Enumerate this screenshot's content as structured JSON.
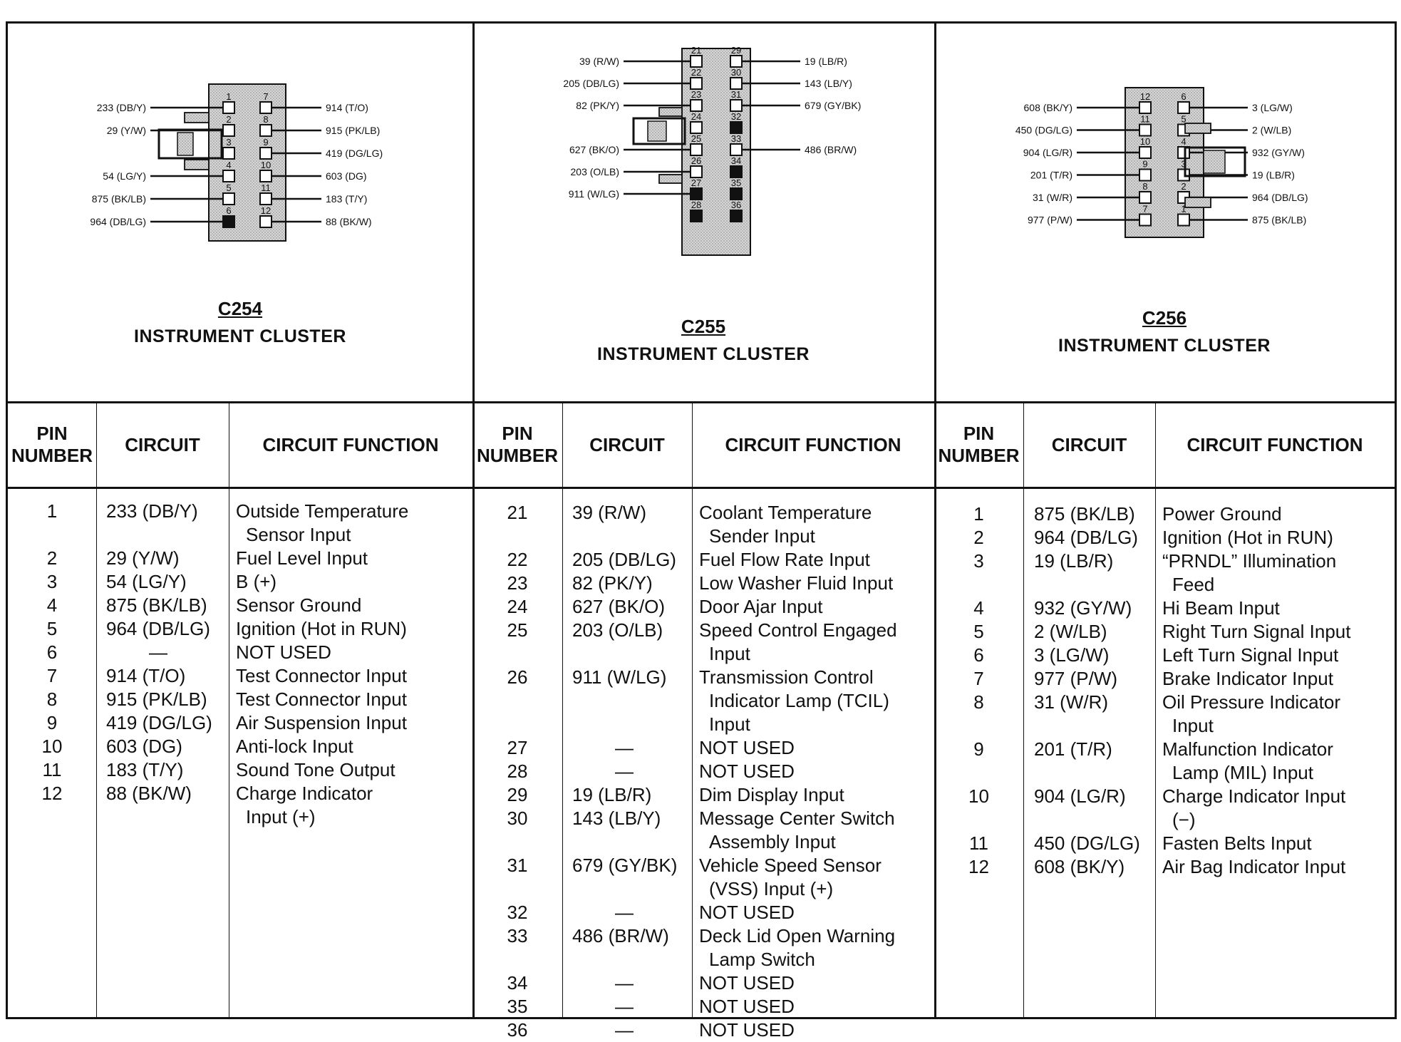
{
  "connectors": [
    {
      "id": "C254",
      "name": "INSTRUMENT CLUSTER",
      "left_labels": [
        "233 (DB/Y)",
        "29 (Y/W)",
        "54 (LG/Y)",
        "875 (BK/LB)",
        "964 (DB/LG)"
      ],
      "right_labels": [
        "914 (T/O)",
        "915 (PK/LB)",
        "419 (DG/LG)",
        "603 (DG)",
        "183 (T/Y)",
        "88 (BK/W)"
      ],
      "left_pins": [
        "1",
        "2",
        "3",
        "4",
        "5",
        "6"
      ],
      "right_pins": [
        "7",
        "8",
        "9",
        "10",
        "11",
        "12"
      ]
    },
    {
      "id": "C255",
      "name": "INSTRUMENT CLUSTER",
      "left_labels": [
        "39 (R/W)",
        "205 (DB/LG)",
        "82 (PK/Y)",
        "627 (BK/O)",
        "203 (O/LB)",
        "911 (W/LG)"
      ],
      "right_labels": [
        "19 (LB/R)",
        "143 (LB/Y)",
        "679 (GY/BK)",
        "486 (BR/W)"
      ],
      "left_pins": [
        "21",
        "22",
        "23",
        "24",
        "25",
        "26",
        "27",
        "28"
      ],
      "right_pins": [
        "29",
        "30",
        "31",
        "32",
        "33",
        "34",
        "35",
        "36"
      ]
    },
    {
      "id": "C256",
      "name": "INSTRUMENT CLUSTER",
      "left_labels": [
        "608 (BK/Y)",
        "450 (DG/LG)",
        "904 (LG/R)",
        "201 (T/R)",
        "31 (W/R)",
        "977 (P/W)"
      ],
      "right_labels": [
        "3 (LG/W)",
        "2 (W/LB)",
        "932 (GY/W)",
        "19 (LB/R)",
        "964 (DB/LG)",
        "875 (BK/LB)"
      ],
      "left_pins": [
        "12",
        "11",
        "10",
        "9",
        "8",
        "7"
      ],
      "right_pins": [
        "6",
        "5",
        "4",
        "3",
        "2",
        "1"
      ]
    }
  ],
  "headers": {
    "pin_line1": "PIN",
    "pin_line2": "NUMBER",
    "circuit": "CIRCUIT",
    "function": "CIRCUIT FUNCTION"
  },
  "tables": [
    [
      {
        "pin": "1",
        "circuit": "233 (DB/Y)",
        "fn": [
          "Outside Temperature",
          "Sensor Input"
        ]
      },
      {
        "pin": "2",
        "circuit": "29 (Y/W)",
        "fn": [
          "Fuel Level Input"
        ]
      },
      {
        "pin": "3",
        "circuit": "54 (LG/Y)",
        "fn": [
          "B (+)"
        ]
      },
      {
        "pin": "4",
        "circuit": "875 (BK/LB)",
        "fn": [
          "Sensor Ground"
        ]
      },
      {
        "pin": "5",
        "circuit": "964 (DB/LG)",
        "fn": [
          "Ignition (Hot in RUN)"
        ]
      },
      {
        "pin": "6",
        "circuit": "—",
        "fn": [
          "NOT USED"
        ]
      },
      {
        "pin": "7",
        "circuit": "914 (T/O)",
        "fn": [
          "Test Connector Input"
        ]
      },
      {
        "pin": "8",
        "circuit": "915 (PK/LB)",
        "fn": [
          "Test Connector Input"
        ]
      },
      {
        "pin": "9",
        "circuit": "419 (DG/LG)",
        "fn": [
          "Air Suspension Input"
        ]
      },
      {
        "pin": "10",
        "circuit": "603 (DG)",
        "fn": [
          "Anti-lock Input"
        ]
      },
      {
        "pin": "11",
        "circuit": "183 (T/Y)",
        "fn": [
          "Sound Tone Output"
        ]
      },
      {
        "pin": "12",
        "circuit": "88 (BK/W)",
        "fn": [
          "Charge Indicator",
          "Input (+)"
        ]
      }
    ],
    [
      {
        "pin": "21",
        "circuit": "39 (R/W)",
        "fn": [
          "Coolant Temperature",
          "Sender Input"
        ]
      },
      {
        "pin": "22",
        "circuit": "205 (DB/LG)",
        "fn": [
          "Fuel Flow Rate Input"
        ]
      },
      {
        "pin": "23",
        "circuit": "82 (PK/Y)",
        "fn": [
          "Low Washer Fluid Input"
        ]
      },
      {
        "pin": "24",
        "circuit": "627 (BK/O)",
        "fn": [
          "Door Ajar Input"
        ]
      },
      {
        "pin": "25",
        "circuit": "203 (O/LB)",
        "fn": [
          "Speed Control Engaged",
          "Input"
        ]
      },
      {
        "pin": "26",
        "circuit": "911 (W/LG)",
        "fn": [
          "Transmission Control",
          "Indicator Lamp (TCIL)",
          "Input"
        ]
      },
      {
        "pin": "27",
        "circuit": "—",
        "fn": [
          "NOT USED"
        ]
      },
      {
        "pin": "28",
        "circuit": "—",
        "fn": [
          "NOT USED"
        ]
      },
      {
        "pin": "29",
        "circuit": "19 (LB/R)",
        "fn": [
          "Dim Display Input"
        ]
      },
      {
        "pin": "30",
        "circuit": "143 (LB/Y)",
        "fn": [
          "Message Center Switch",
          "Assembly Input"
        ]
      },
      {
        "pin": "31",
        "circuit": "679 (GY/BK)",
        "fn": [
          "Vehicle Speed Sensor",
          "(VSS) Input (+)"
        ]
      },
      {
        "pin": "32",
        "circuit": "—",
        "fn": [
          "NOT USED"
        ]
      },
      {
        "pin": "33",
        "circuit": "486 (BR/W)",
        "fn": [
          "Deck Lid Open Warning",
          "Lamp Switch"
        ]
      },
      {
        "pin": "34",
        "circuit": "—",
        "fn": [
          "NOT USED"
        ]
      },
      {
        "pin": "35",
        "circuit": "—",
        "fn": [
          "NOT USED"
        ]
      },
      {
        "pin": "36",
        "circuit": "—",
        "fn": [
          "NOT USED"
        ]
      }
    ],
    [
      {
        "pin": "1",
        "circuit": "875 (BK/LB)",
        "fn": [
          "Power Ground"
        ]
      },
      {
        "pin": "2",
        "circuit": "964 (DB/LG)",
        "fn": [
          "Ignition (Hot in RUN)"
        ]
      },
      {
        "pin": "3",
        "circuit": "19 (LB/R)",
        "fn": [
          "“PRNDL” Illumination",
          "Feed"
        ]
      },
      {
        "pin": "4",
        "circuit": "932 (GY/W)",
        "fn": [
          "Hi Beam Input"
        ]
      },
      {
        "pin": "5",
        "circuit": "2 (W/LB)",
        "fn": [
          "Right Turn Signal Input"
        ]
      },
      {
        "pin": "6",
        "circuit": "3 (LG/W)",
        "fn": [
          "Left Turn Signal Input"
        ]
      },
      {
        "pin": "7",
        "circuit": "977 (P/W)",
        "fn": [
          "Brake Indicator Input"
        ]
      },
      {
        "pin": "8",
        "circuit": "31 (W/R)",
        "fn": [
          "Oil Pressure Indicator",
          "Input"
        ]
      },
      {
        "pin": "9",
        "circuit": "201 (T/R)",
        "fn": [
          "Malfunction Indicator",
          "Lamp (MIL) Input"
        ]
      },
      {
        "pin": "10",
        "circuit": "904 (LG/R)",
        "fn": [
          "Charge Indicator Input",
          "(−)"
        ]
      },
      {
        "pin": "11",
        "circuit": "450 (DG/LG)",
        "fn": [
          "Fasten Belts Input"
        ]
      },
      {
        "pin": "12",
        "circuit": "608 (BK/Y)",
        "fn": [
          "Air Bag Indicator Input"
        ]
      }
    ]
  ]
}
